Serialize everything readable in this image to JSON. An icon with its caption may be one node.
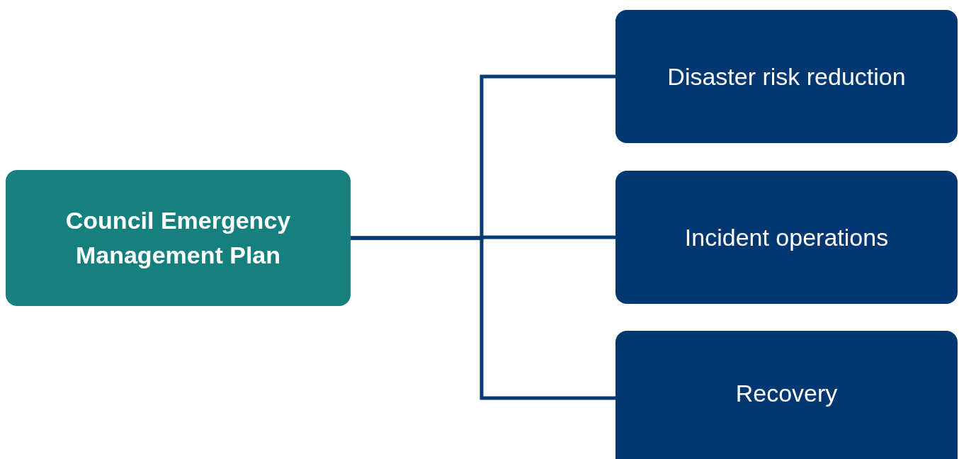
{
  "diagram": {
    "nodes": [
      {
        "text": [
          "Council Emergency Management Plan"
        ]
      },
      {
        "text": [
          "Disaster risk reduction"
        ]
      },
      {
        "text": [
          "Incident operations"
        ]
      },
      {
        "text": [
          "Recovery"
        ]
      }
    ],
    "edges": [
      {
        "from": 0,
        "to": 1,
        "arrow": "none"
      },
      {
        "from": 0,
        "to": 2,
        "arrow": "none"
      },
      {
        "from": 0,
        "to": 3,
        "arrow": "none"
      }
    ]
  }
}
